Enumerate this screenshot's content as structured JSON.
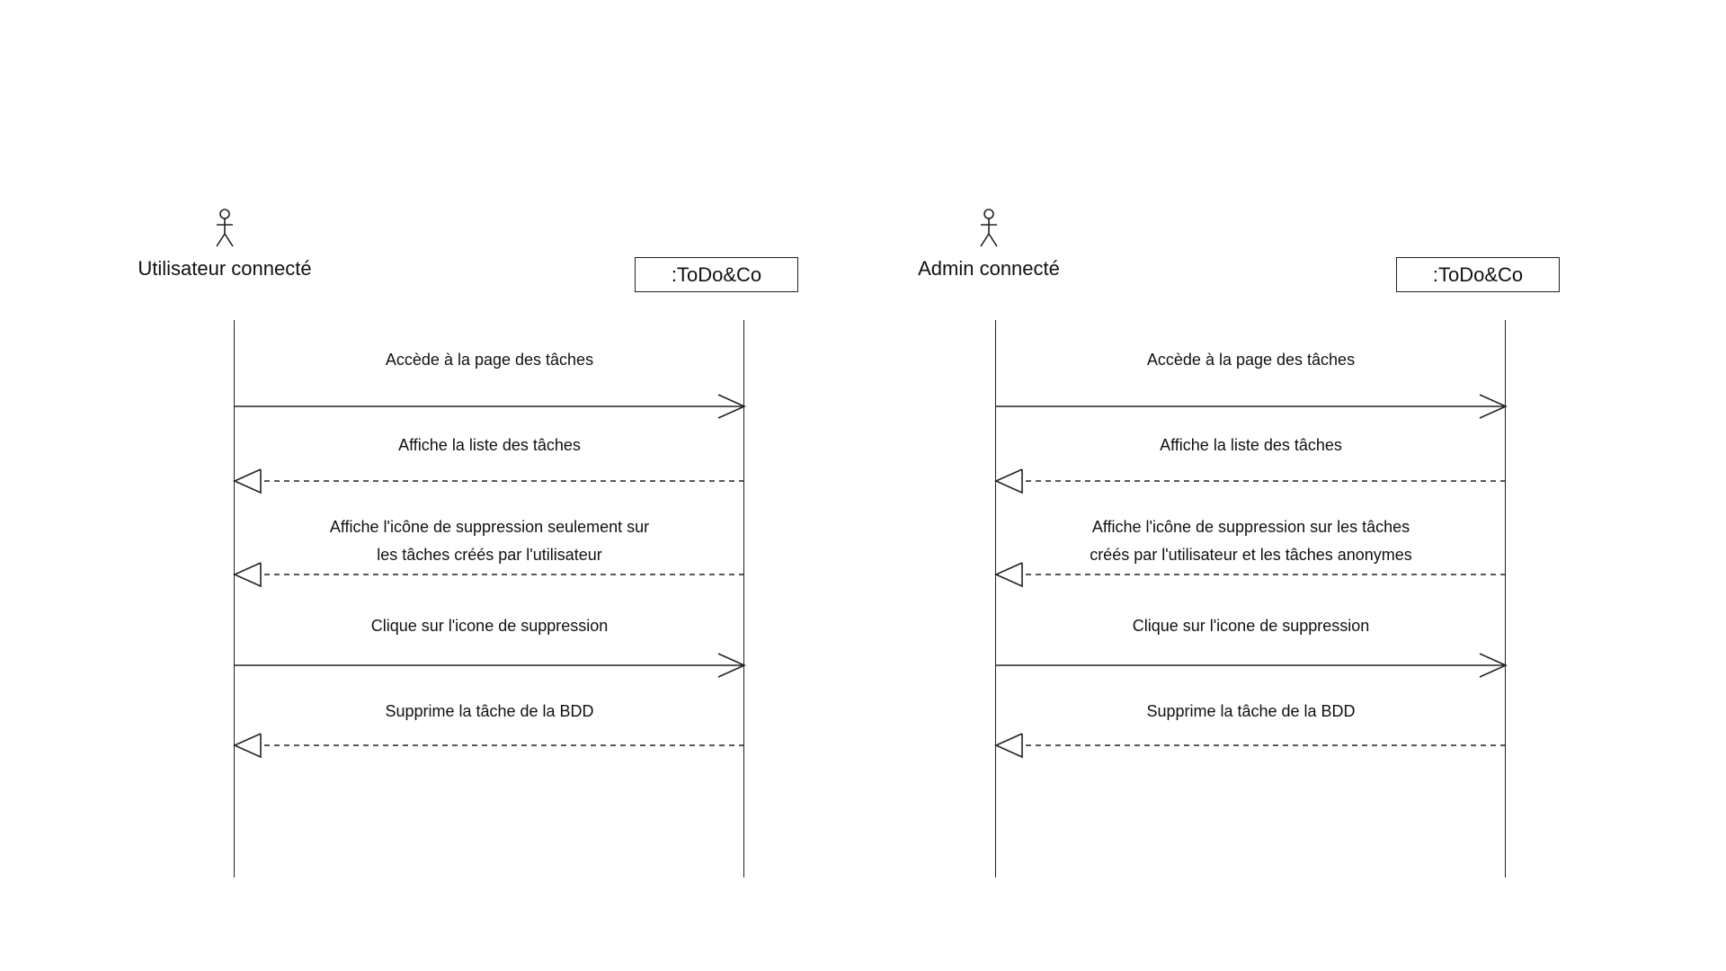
{
  "diagrams": [
    {
      "actor": "Utilisateur connecté",
      "object": ":ToDo&Co",
      "messages": [
        {
          "type": "call",
          "lines": [
            "Accède à la page des tâches"
          ]
        },
        {
          "type": "return",
          "lines": [
            "Affiche la liste des tâches"
          ]
        },
        {
          "type": "return",
          "lines": [
            "Affiche l'icône de suppression seulement sur",
            "les tâches créés par l'utilisateur"
          ]
        },
        {
          "type": "call",
          "lines": [
            "Clique sur l'icone de suppression"
          ]
        },
        {
          "type": "return",
          "lines": [
            "Supprime la tâche de la BDD"
          ]
        }
      ]
    },
    {
      "actor": "Admin connecté",
      "object": ":ToDo&Co",
      "messages": [
        {
          "type": "call",
          "lines": [
            "Accède à la page des tâches"
          ]
        },
        {
          "type": "return",
          "lines": [
            "Affiche la liste des tâches"
          ]
        },
        {
          "type": "return",
          "lines": [
            "Affiche l'icône de suppression sur les tâches",
            "créés par l'utilisateur et les tâches anonymes"
          ]
        },
        {
          "type": "call",
          "lines": [
            "Clique sur l'icone de suppression"
          ]
        },
        {
          "type": "return",
          "lines": [
            "Supprime la tâche de la BDD"
          ]
        }
      ]
    }
  ]
}
